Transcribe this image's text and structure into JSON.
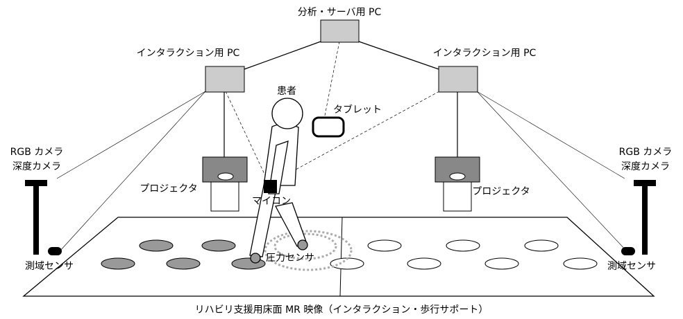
{
  "labels": {
    "analysis_pc": "分析・サーバ用 PC",
    "interaction_pc_left": "インタラクション用 PC",
    "interaction_pc_right": "インタラクション用 PC",
    "patient": "患者",
    "tablet": "タブレット",
    "rgb_camera_left": "RGB カメラ",
    "depth_camera_left": "深度カメラ",
    "rgb_camera_right": "RGB カメラ",
    "depth_camera_right": "深度カメラ",
    "projector_left": "プロジェクタ",
    "projector_right": "プロジェクタ",
    "microcontroller": "マイコン",
    "pressure_sensor": "圧力センサ",
    "range_sensor_left": "測域センサ",
    "range_sensor_right": "測域センサ",
    "caption": "リハビリ支援用床面 MR 映像（インタラクション・歩行サポート）"
  },
  "colors": {
    "pc_box": "#cccccc",
    "projector_top": "#888888",
    "floor_ellipse_gray": "#999999",
    "black": "#000000",
    "white": "#ffffff",
    "pressure_dots": "#aaaaaa"
  }
}
